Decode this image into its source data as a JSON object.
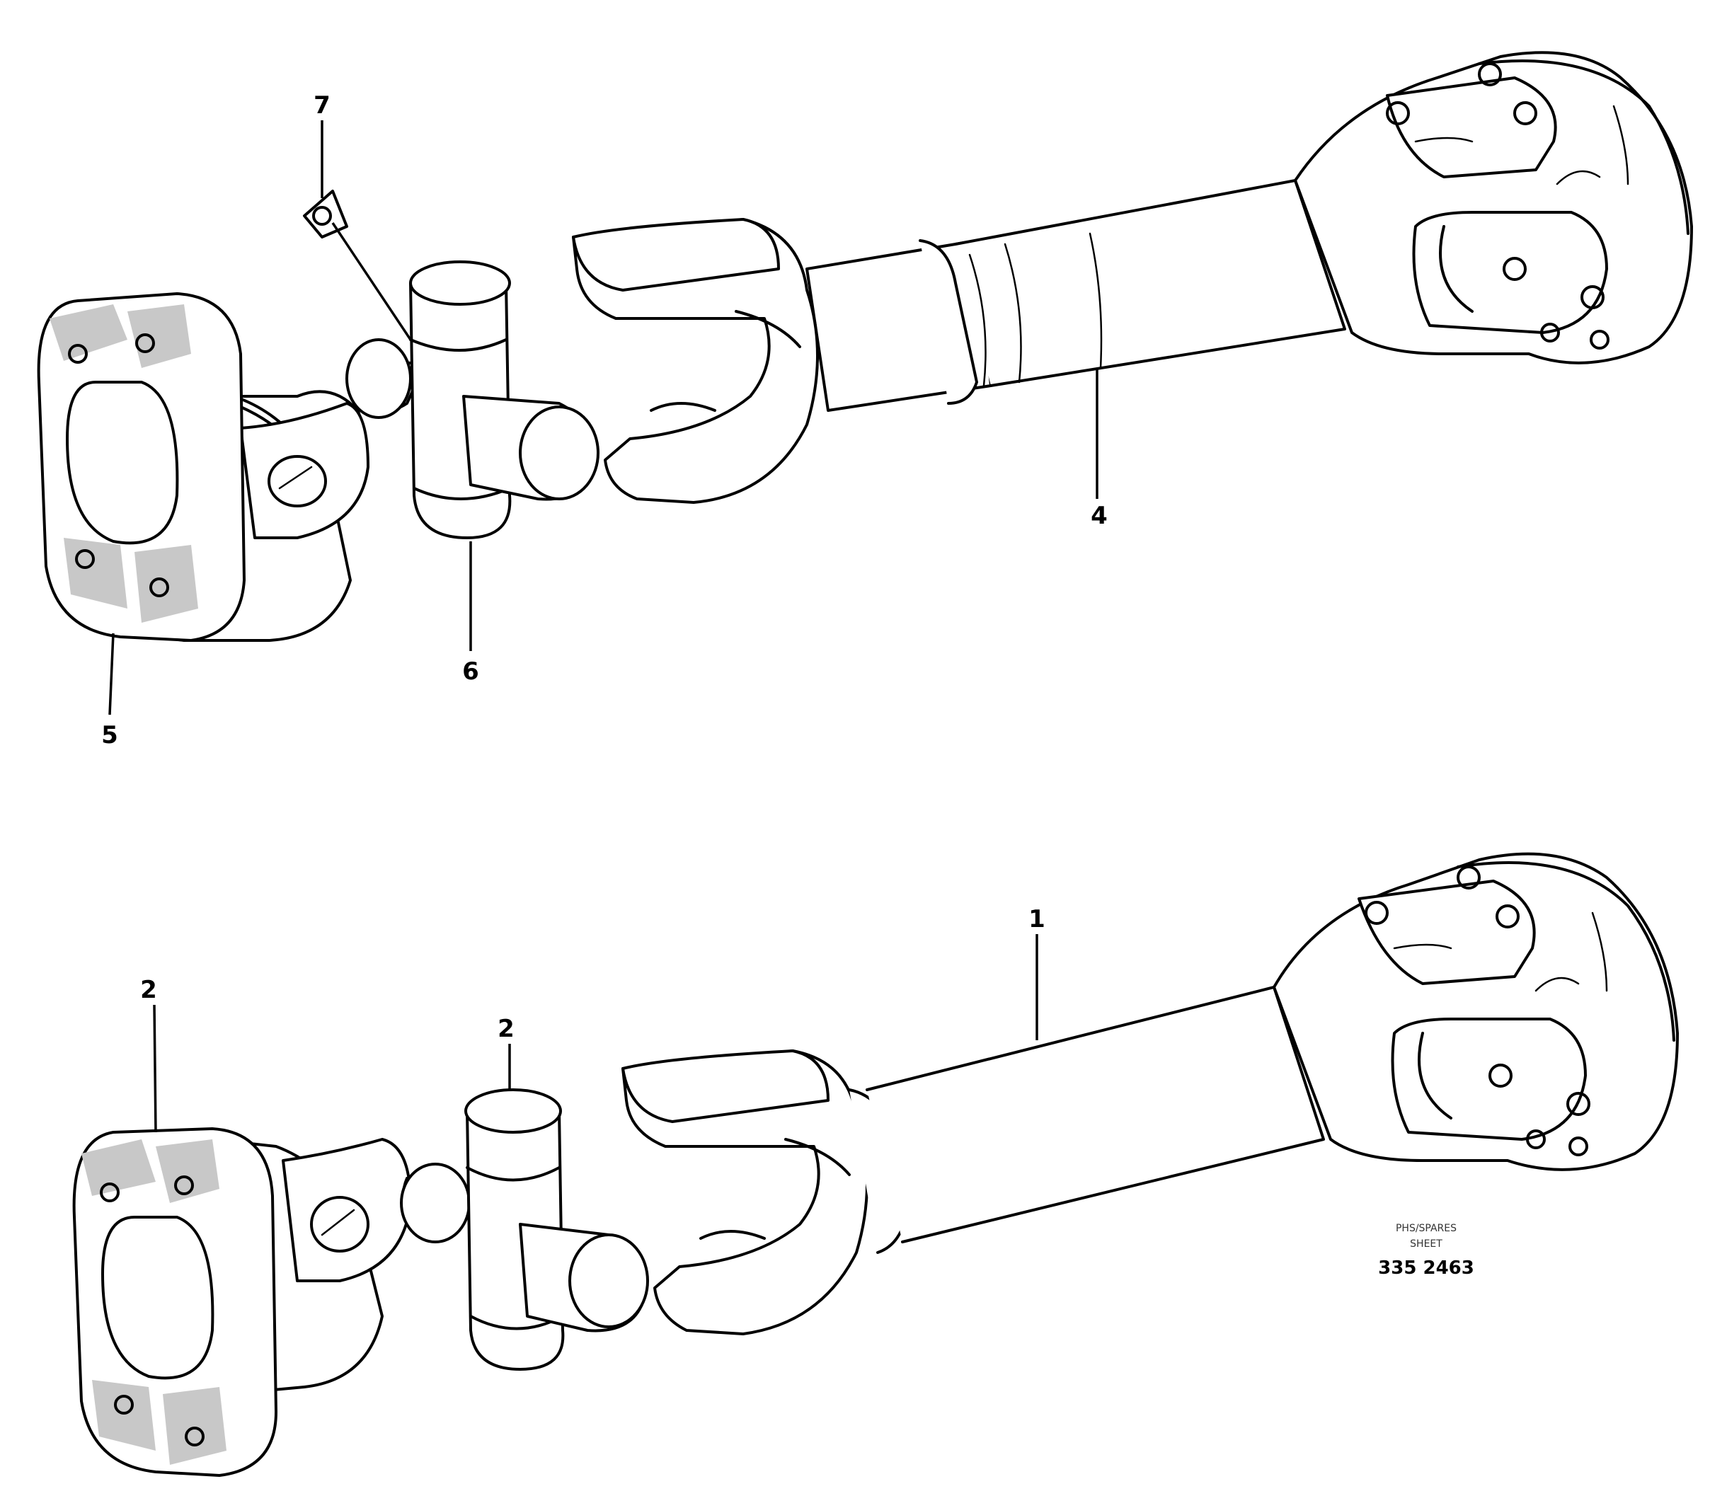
{
  "callouts": {
    "c1": "1",
    "c2a": "2",
    "c2b": "2",
    "c4": "4",
    "c5": "5",
    "c6": "6",
    "c7": "7"
  },
  "reference": {
    "line1": "PHS/SPARES",
    "line2": "SHEET",
    "code": "335 2463"
  }
}
